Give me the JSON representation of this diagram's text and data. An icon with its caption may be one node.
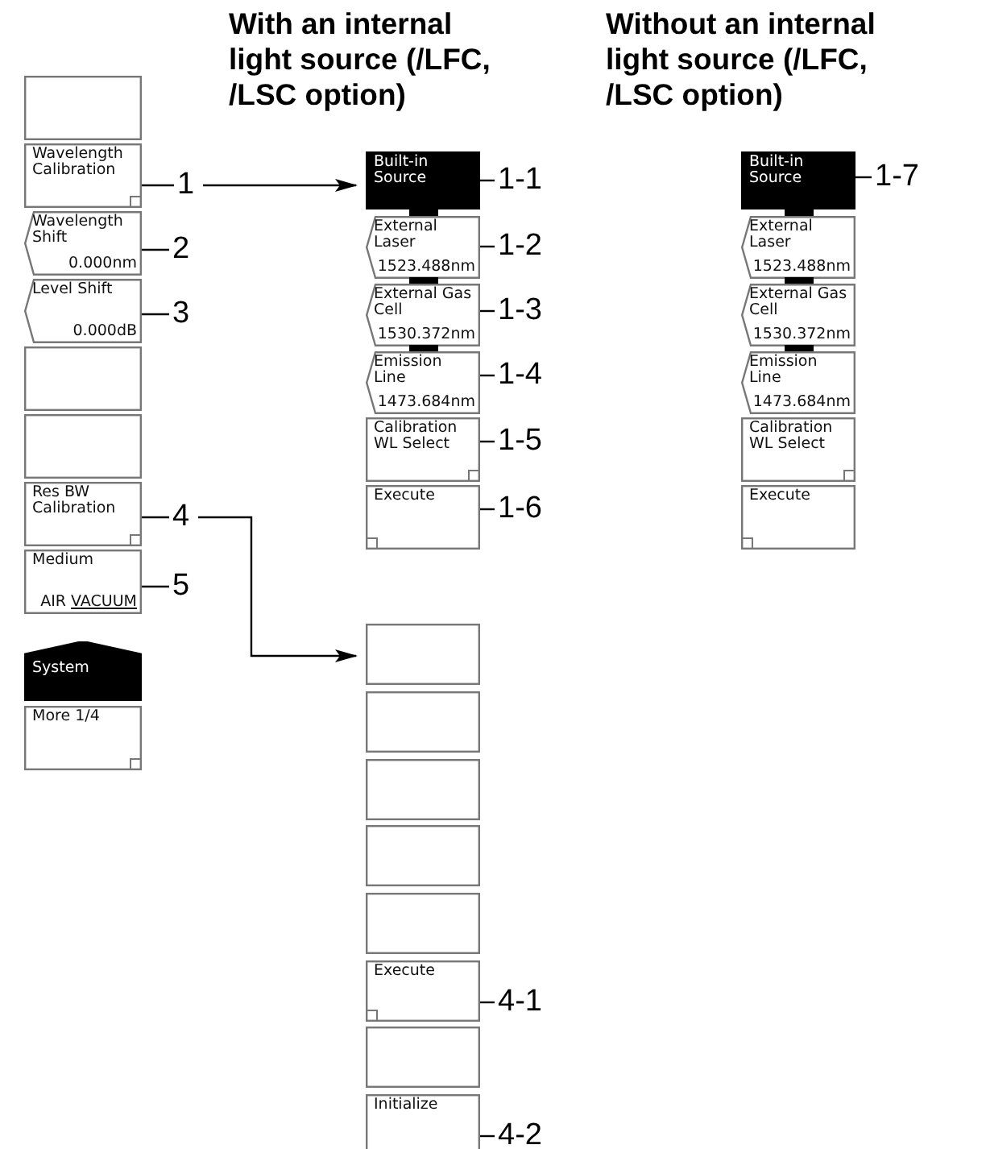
{
  "diagram": {
    "nodes": [
      {
        "text": [],
        "shape": "box"
      },
      {
        "text": [
          "Wavelength Calibration"
        ]
      },
      {
        "text": [
          "Wavelength Shift",
          "0.000nm"
        ]
      },
      {
        "text": [
          "Level Shift",
          "0.000dB"
        ]
      },
      {
        "text": [],
        "shape": "box"
      },
      {
        "text": [],
        "shape": "box"
      },
      {
        "text": [
          "Res BW Calibration"
        ]
      },
      {
        "text": [
          "Medium",
          "AIR",
          "VACUUM"
        ]
      },
      {
        "text": [
          "System"
        ]
      },
      {
        "text": [
          "More 1/4"
        ]
      },
      {
        "text": [
          "1"
        ]
      },
      {
        "text": [
          "2"
        ]
      },
      {
        "text": [
          "3"
        ]
      },
      {
        "text": [
          "4"
        ]
      },
      {
        "text": [
          "5"
        ]
      },
      {
        "text": [
          "Built-in Source"
        ]
      },
      {
        "text": [
          "External Laser",
          "1523.488nm"
        ]
      },
      {
        "text": [
          "External Gas Cell",
          "1530.372nm"
        ]
      },
      {
        "text": [
          "Emission Line",
          "1473.684nm"
        ]
      },
      {
        "text": [
          "Calibration WL Select"
        ]
      },
      {
        "text": [
          "Execute"
        ]
      },
      {
        "text": [
          "1-1"
        ]
      },
      {
        "text": [
          "1-2"
        ]
      },
      {
        "text": [
          "1-3"
        ]
      },
      {
        "text": [
          "1-4"
        ]
      },
      {
        "text": [
          "1-5"
        ]
      },
      {
        "text": [
          "1-6"
        ]
      },
      {
        "text": [
          "Built-in Source"
        ]
      },
      {
        "text": [
          "External Laser",
          "1523.488nm"
        ]
      },
      {
        "text": [
          "External Gas Cell",
          "1530.372nm"
        ]
      },
      {
        "text": [
          "Emission Line",
          "1473.684nm"
        ]
      },
      {
        "text": [
          "Calibration WL Select"
        ]
      },
      {
        "text": [
          "Execute"
        ]
      },
      {
        "text": [
          "1-7"
        ]
      },
      {
        "text": [],
        "shape": "box"
      },
      {
        "text": [],
        "shape": "box"
      },
      {
        "text": [],
        "shape": "box"
      },
      {
        "text": [],
        "shape": "box"
      },
      {
        "text": [],
        "shape": "box"
      },
      {
        "text": [
          "Execute"
        ]
      },
      {
        "text": [],
        "shape": "box"
      },
      {
        "text": [
          "Initialize"
        ]
      },
      {
        "text": [
          "4-1"
        ]
      },
      {
        "text": [
          "4-2"
        ]
      }
    ],
    "edges": [
      {
        "from": 10,
        "to": 1,
        "arrow": "none"
      },
      {
        "from": 10,
        "to": 15,
        "arrow": "to"
      },
      {
        "from": 11,
        "to": 2,
        "arrow": "none"
      },
      {
        "from": 12,
        "to": 3,
        "arrow": "none"
      },
      {
        "from": 13,
        "to": 6,
        "arrow": "none"
      },
      {
        "from": 13,
        "to": 34,
        "arrow": "to"
      },
      {
        "from": 14,
        "to": 7,
        "arrow": "none"
      },
      {
        "from": 21,
        "to": 15,
        "arrow": "none"
      },
      {
        "from": 22,
        "to": 16,
        "arrow": "none"
      },
      {
        "from": 23,
        "to": 17,
        "arrow": "none"
      },
      {
        "from": 24,
        "to": 18,
        "arrow": "none"
      },
      {
        "from": 25,
        "to": 19,
        "arrow": "none"
      },
      {
        "from": 26,
        "to": 20,
        "arrow": "none"
      },
      {
        "from": 33,
        "to": 27,
        "arrow": "none"
      },
      {
        "from": 42,
        "to": 39,
        "arrow": "none"
      },
      {
        "from": 43,
        "to": 41,
        "arrow": "none"
      }
    ],
    "labels": [
      "With an internal light source (/LFC, /LSC option)",
      "Without an internal light source (/LFC, /LSC option)"
    ]
  }
}
